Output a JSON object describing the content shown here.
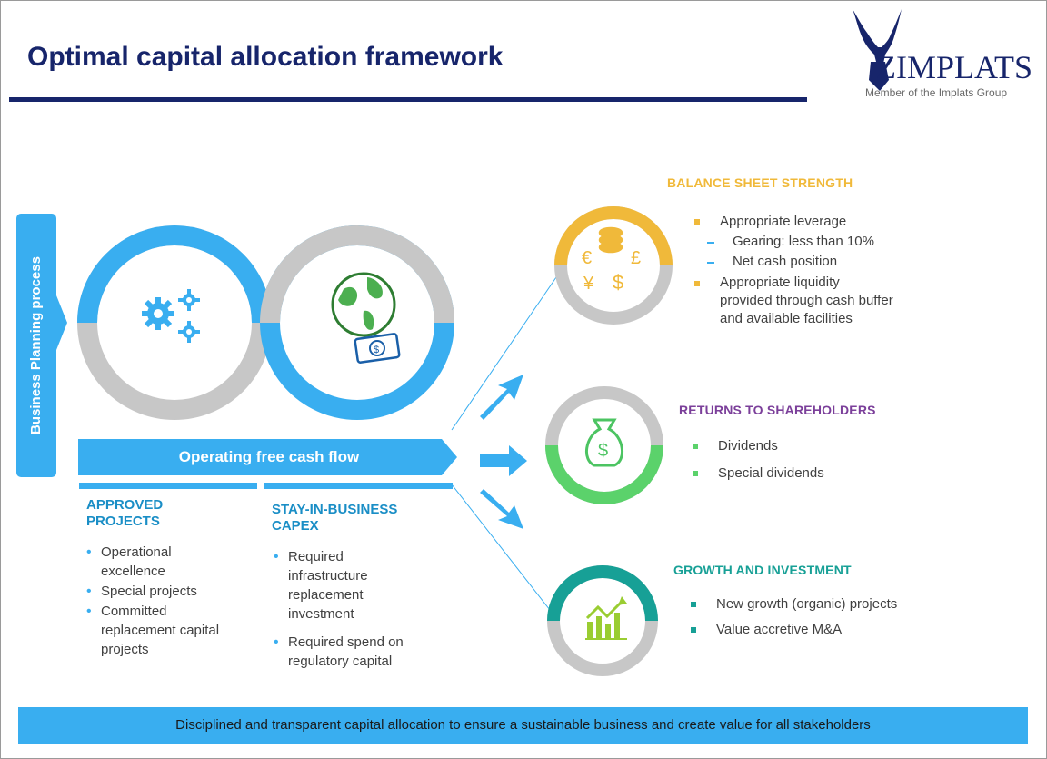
{
  "header": {
    "title": "Optimal capital allocation framework",
    "logo_text": "ZIMPLATS",
    "logo_tagline": "Member of the Implats Group"
  },
  "sidebar": {
    "label": "Business Planning process"
  },
  "flow": {
    "label": "Operating free cash flow"
  },
  "approved": {
    "heading_line1": "APPROVED",
    "heading_line2": "PROJECTS",
    "items": [
      "Operational",
      "excellence",
      "Special projects",
      "Committed",
      "replacement capital",
      "projects"
    ]
  },
  "sib": {
    "heading_line1": "STAY-IN-BUSINESS",
    "heading_line2": "CAPEX",
    "items": [
      "Required",
      "infrastructure",
      "replacement",
      "investment",
      "Required spend on",
      "regulatory capital"
    ]
  },
  "balance": {
    "heading": "BALANCE SHEET STRENGTH",
    "items": [
      "Appropriate leverage",
      "Gearing: less than 10%",
      "Net cash position",
      "Appropriate liquidity",
      "provided through cash buffer",
      "and available facilities"
    ]
  },
  "returns": {
    "heading": "RETURNS TO SHAREHOLDERS",
    "items": [
      "Dividends",
      "Special dividends"
    ]
  },
  "growth": {
    "heading": "GROWTH AND INVESTMENT",
    "items": [
      "New growth (organic) projects",
      "Value accretive M&A"
    ]
  },
  "footer": {
    "text": "Disciplined and transparent capital allocation to ensure a sustainable business and create value for all stakeholders"
  },
  "colors": {
    "navy": "#17256b",
    "blue": "#39aef0",
    "gold": "#f0b93a",
    "purple": "#7b3f9a",
    "green": "#5bd26b",
    "teal": "#17a096",
    "gray": "#c7c7c7"
  },
  "icons": [
    "antelope-logo-icon",
    "gears-icon",
    "globe-money-icon",
    "currency-coins-icon",
    "money-bag-icon",
    "growth-chart-icon",
    "arrow-right-icon"
  ]
}
